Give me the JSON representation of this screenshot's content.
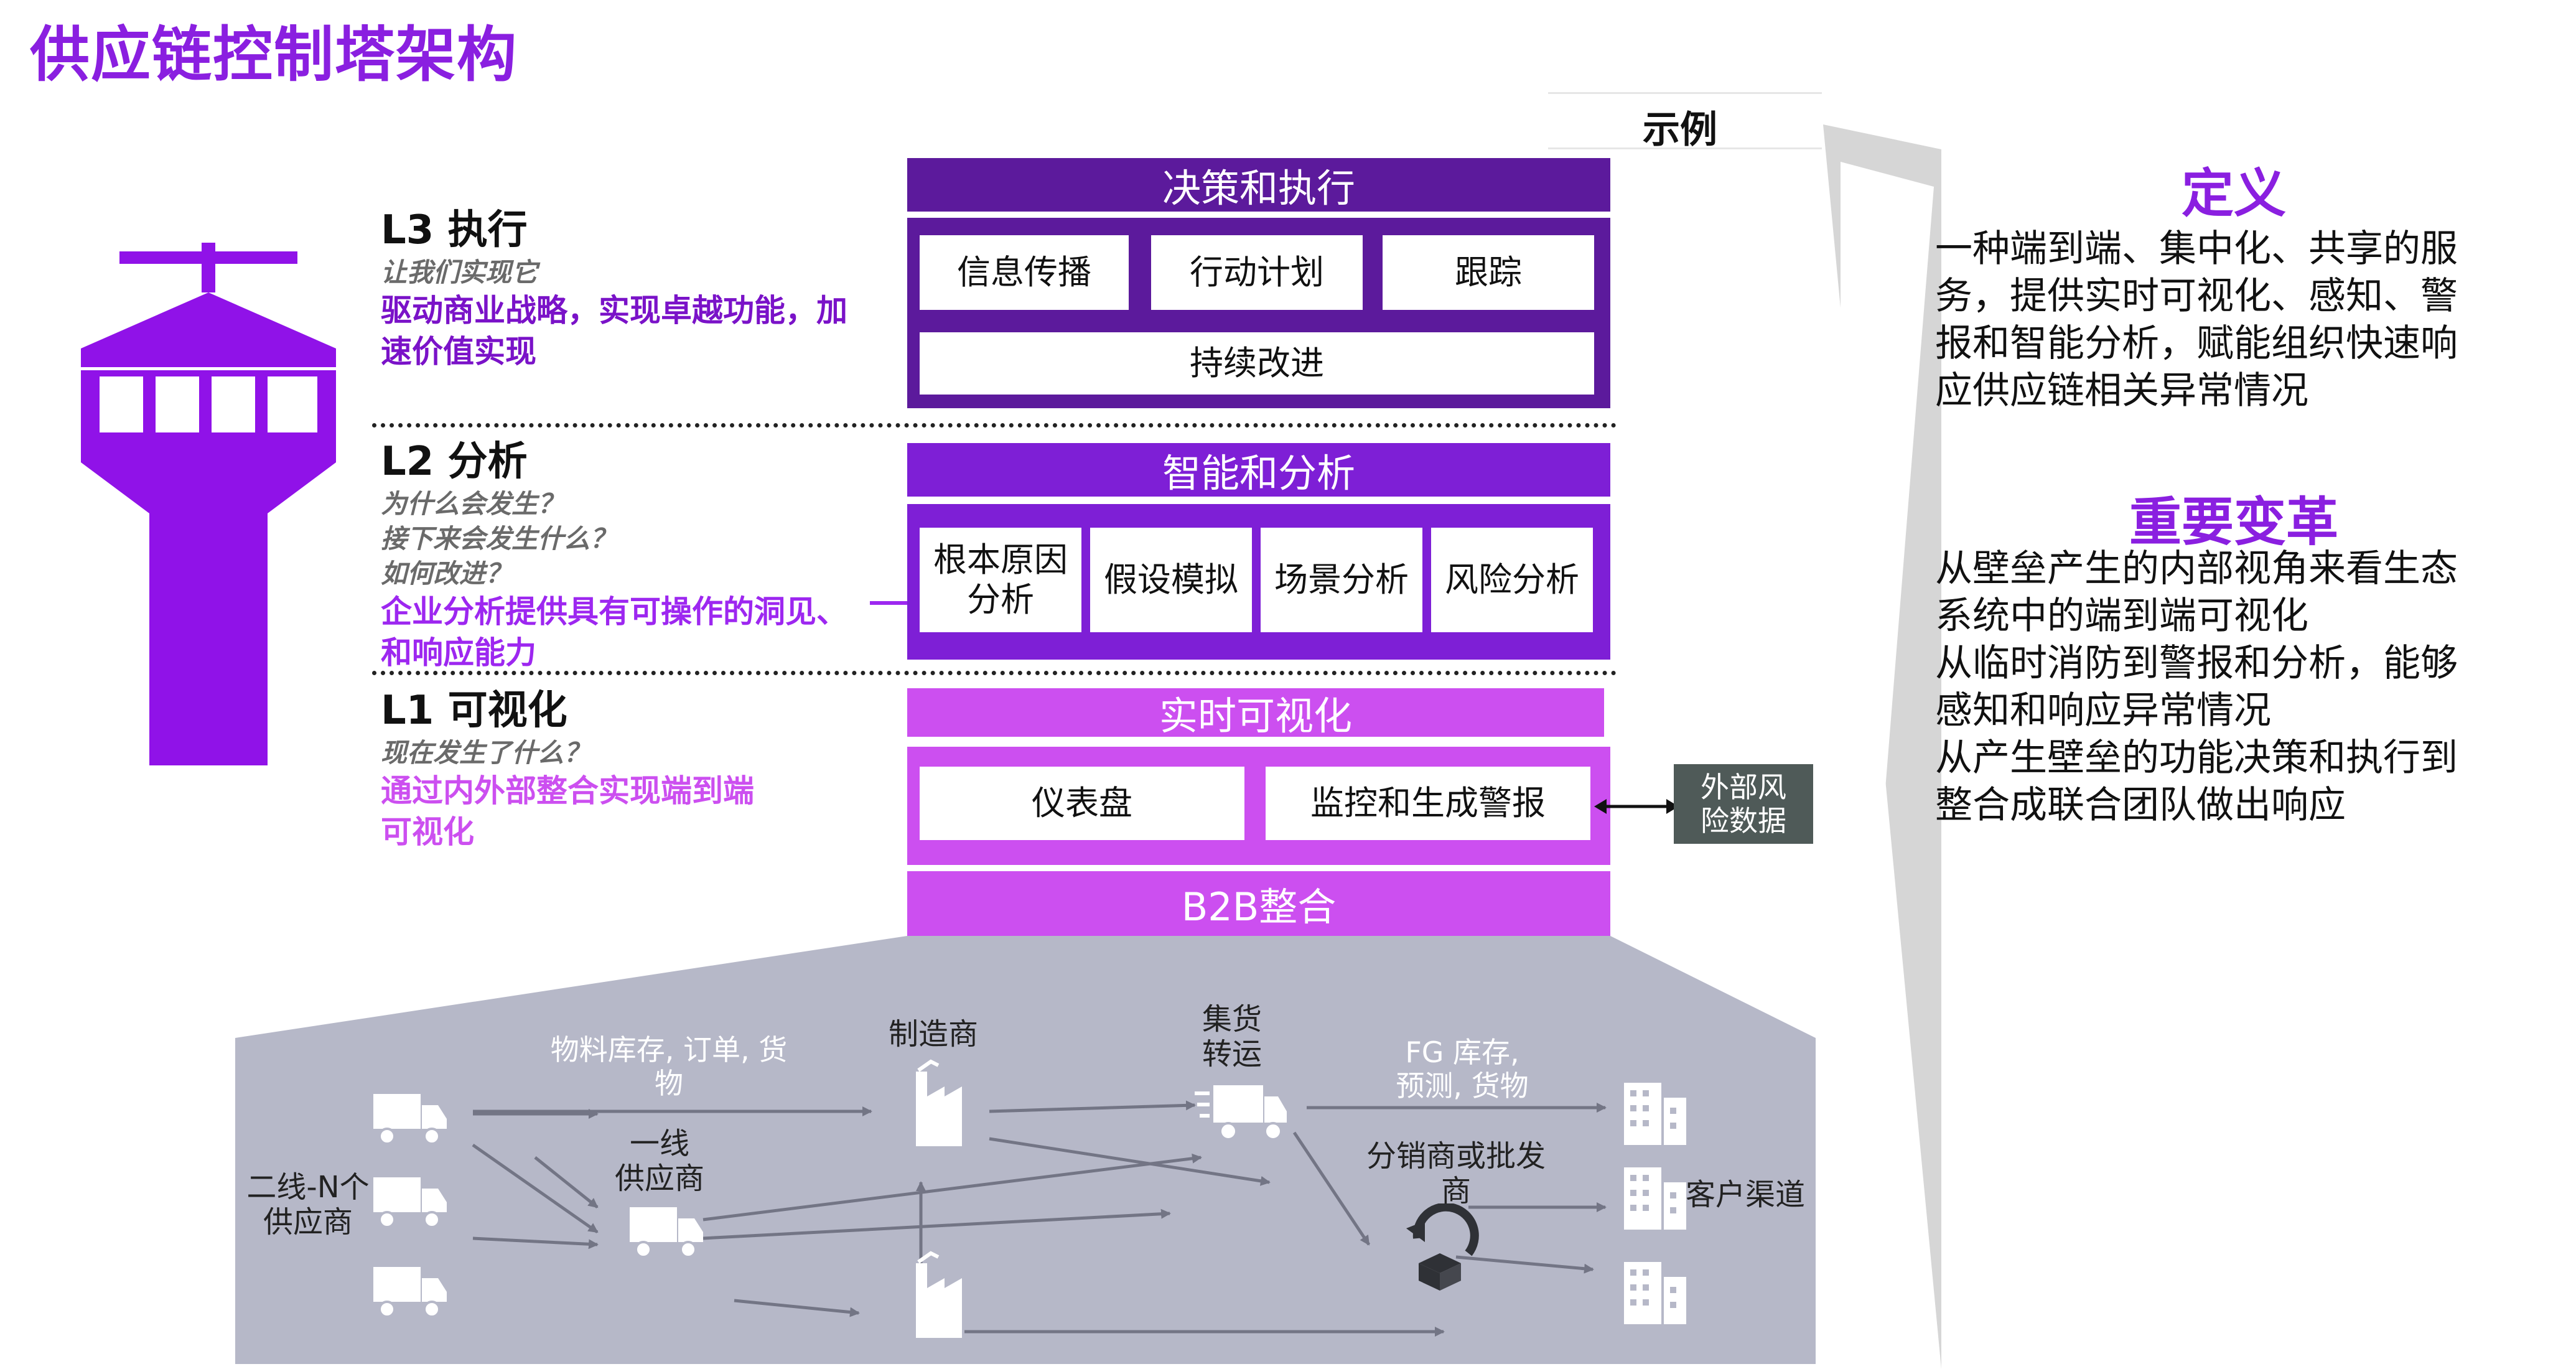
{
  "title": "供应链控制塔架构",
  "example_label": "示例",
  "levels": {
    "l3": {
      "head": "L3 执行",
      "q": [
        "让我们实现它"
      ],
      "desc": [
        "驱动商业战略，实现卓越功能，加",
        "速价值实现"
      ]
    },
    "l2": {
      "head": "L2 分析",
      "q": [
        "为什么会发生？",
        "接下来会发生什么？",
        "如何改进？"
      ],
      "desc": [
        "企业分析提供具有可操作的洞见、",
        "和响应能力"
      ]
    },
    "l1": {
      "head": "L1 可视化",
      "q": [
        "现在发生了什么？"
      ],
      "desc": [
        "通过内外部整合实现端到端",
        "可视化"
      ]
    }
  },
  "stack": {
    "decision": {
      "header": "决策和执行",
      "items": [
        "信息传播",
        "行动计划",
        "跟踪"
      ],
      "wide": "持续改进"
    },
    "analytics": {
      "header": "智能和分析",
      "items": [
        "根本原因\n分析",
        "假设模拟",
        "场景分析",
        "风险分析"
      ]
    },
    "visual": {
      "header": "实时可视化",
      "items": [
        "仪表盘",
        "监控和生成警报"
      ]
    },
    "b2b": "B2B整合"
  },
  "external_box": [
    "外部风",
    "险数据"
  ],
  "right": {
    "def_title": "定义",
    "def_text": [
      "一种端到端、集中化、共享的服",
      "务，提供实时可视化、感知、警",
      "报和智能分析，赋能组织快速响",
      "应供应链相关异常情况"
    ],
    "change_title": "重要变革",
    "change_text": [
      "从壁垒产生的内部视角来看生态",
      "系统中的端到端可视化",
      "从临时消防到警报和分析，能够",
      "感知和响应异常情况",
      "从产生壁垒的功能决策和执行到",
      "整合成联合团队做出响应"
    ]
  },
  "bottom": {
    "tier_n": [
      "二线-N个",
      "供应商"
    ],
    "tier1": [
      "一线",
      "供应商"
    ],
    "materials": [
      "物料库存, 订单, 货",
      "物"
    ],
    "manufacturer": "制造商",
    "consolidation": [
      "集货",
      "转运"
    ],
    "fg": [
      "FG 库存,",
      "预测, 货物"
    ],
    "distributor": [
      "分销商或批发",
      "商"
    ],
    "channel": "客户渠道"
  },
  "colors": {
    "purple_dark": "#5c1a9c",
    "purple": "#7e1fd6",
    "violet": "#9d27f0",
    "pink": "#cc4ff0",
    "gray_bg": "#b6b8c8",
    "ext": "#4f5a58"
  }
}
